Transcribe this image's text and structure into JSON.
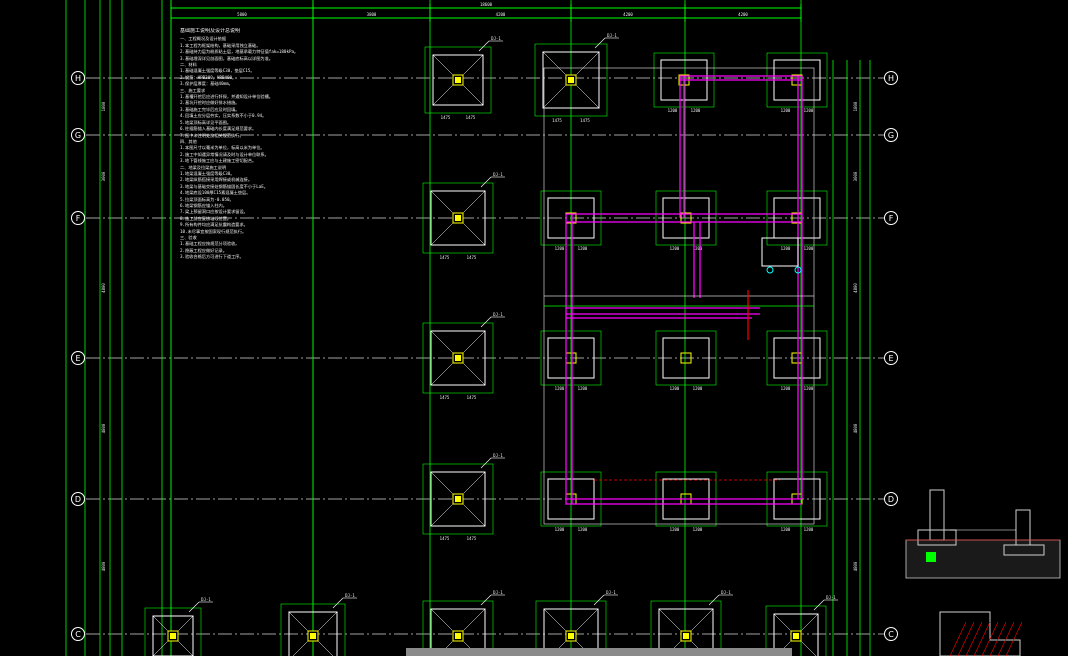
{
  "axes": {
    "rows": [
      "H",
      "G",
      "F",
      "E",
      "D",
      "C"
    ]
  },
  "top_dimensions": [
    "5800",
    "3800",
    "4200",
    "4200",
    "4200"
  ],
  "top_total": "18600",
  "left_dimensions": [
    "1800",
    "3000",
    "4800",
    "4800",
    "4800"
  ],
  "footing_labels": {
    "independent": "DJ-1",
    "column_left": "1475",
    "column_right": "1475",
    "column_dim": "1200"
  },
  "notes": {
    "title": "基础施工说明及设计总说明",
    "lines": [
      "一、工程概况及设计依据",
      "1.本工程为框架结构，基础采用独立基础。",
      "2.基础持力层为粉质粘土层，地基承载力特征值fak=180kPa。",
      "3.基础埋深详见剖面图，基础底标高以详图为准。",
      "二、材料",
      "1.基础混凝土强度等级C30，垫层C15。",
      "2.钢筋：HPB300，HRB400。",
      "3.保护层厚度：基础40mm。",
      "三、施工要求",
      "1.基槽开挖后应进行钎探，并通知设计单位验槽。",
      "2.基坑开挖时应做好排水措施。",
      "3.基础施工完毕后应及时回填。",
      "4.回填土应分层夯实，压实系数不小于0.94。",
      "5.地梁顶标高详见平面图。",
      "6.柱插筋锚入基础内长度满足规范要求。",
      "7.图中未注明处按相关规范执行。",
      "四、其他",
      "1.本图尺寸以毫米为单位，标高以米为单位。",
      "2.施工中如遇异常情况请及时与设计单位联系。",
      "3.地下管线施工应与土建施工密切配合。",
      "二、地梁及拉梁施工说明",
      "1.地梁混凝土强度等级C30。",
      "2.地梁纵筋搭接采用焊接或机械连接。",
      "3.地梁与基础交接处钢筋锚固长度不小于LaE。",
      "4.地梁底设100厚C15素混凝土垫层。",
      "5.拉梁顶面标高为-0.050。",
      "6.地梁钢筋应锚入柱内。",
      "7.梁上预留洞口应按设计要求留设。",
      "8.施工前应复核轴线位置。",
      "9.所有构件均应满足抗震构造要求。",
      "10.未尽事宜按国家现行规范执行。",
      "三、验收",
      "1.基础工程应按规范分项验收。",
      "2.隐蔽工程应做好记录。",
      "3.验收合格后方可进行下道工序。"
    ]
  },
  "colors": {
    "axis_line": "#00ff00",
    "axis_circle": "#ffffff",
    "footing": "#ffffff",
    "footing_inner": "#00ff00",
    "column": "#ffff00",
    "beam": "#ff00ff",
    "dim": "#00ff00",
    "accent_red": "#ff0000",
    "accent_cyan": "#00ffff"
  }
}
